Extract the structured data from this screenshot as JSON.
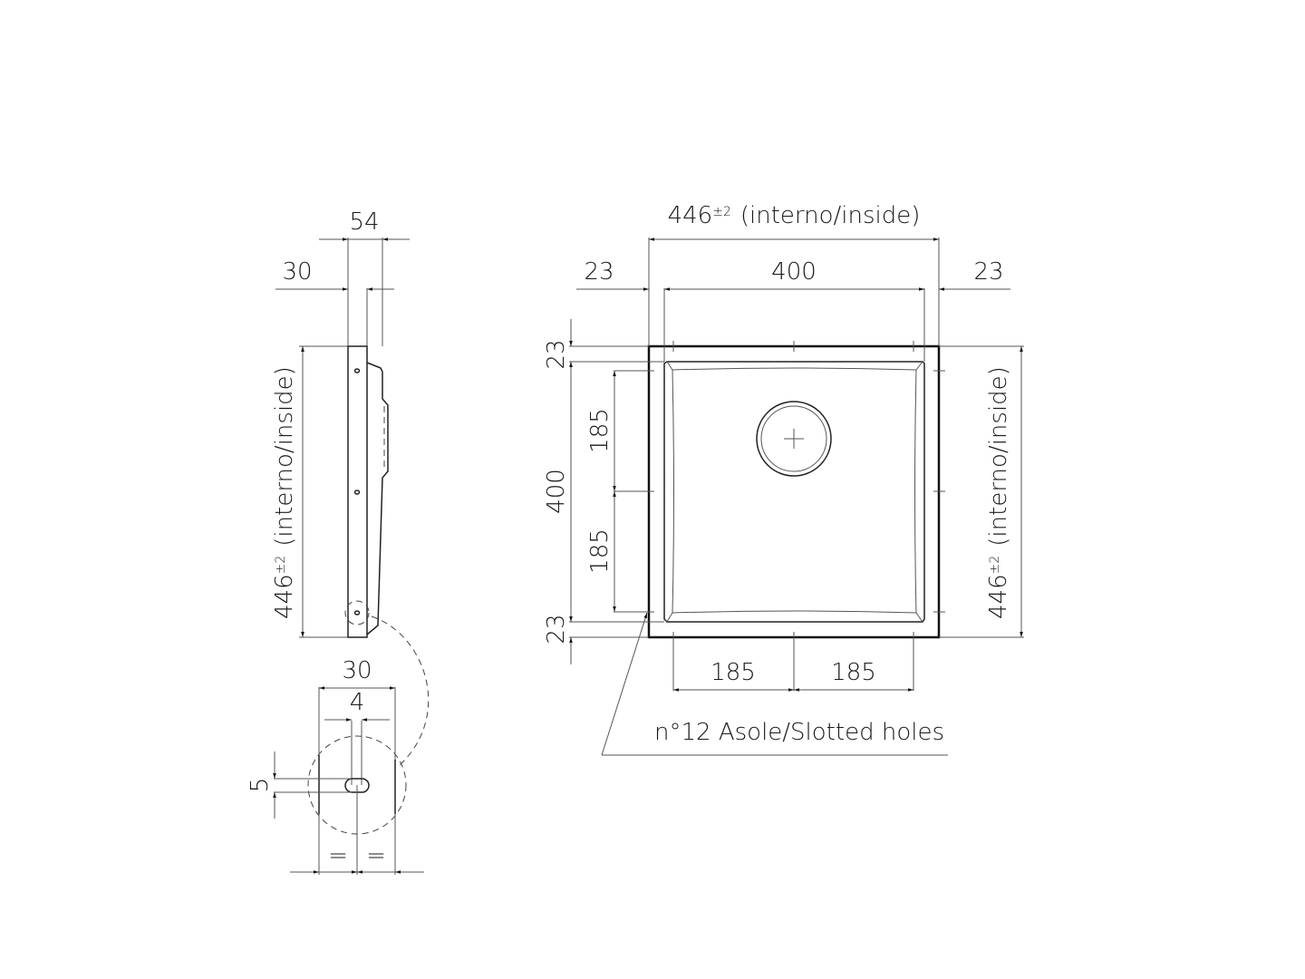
{
  "drawing": {
    "side_view": {
      "width_total": "54",
      "width_flange": "30",
      "height_value": "446",
      "height_tolerance": "±2",
      "height_note": "(interno/inside)"
    },
    "slot_detail": {
      "width_outer": "30",
      "slot_width": "4",
      "slot_height": "5",
      "equal_left": "=",
      "equal_right": "="
    },
    "top_view": {
      "overall_value": "446",
      "overall_tolerance": "±2",
      "overall_note": "(interno/inside)",
      "left_margin": "23",
      "inner_width": "400",
      "right_margin": "23",
      "top_margin": "23",
      "inner_height": "400",
      "bottom_margin": "23",
      "hole_spacing_v1": "185",
      "hole_spacing_v2": "185",
      "hole_spacing_h1": "185",
      "hole_spacing_h2": "185",
      "right_value": "446",
      "right_tolerance": "±2",
      "right_note": "(interno/inside)",
      "callout": "n°12 Asole/Slotted holes"
    }
  }
}
